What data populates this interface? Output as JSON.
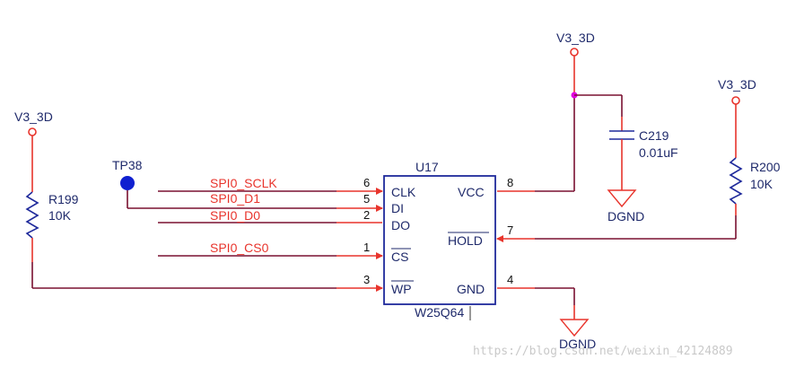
{
  "chip": {
    "ref": "U17",
    "part": "W25Q64",
    "pins": {
      "clk": {
        "num": "6",
        "name": "CLK"
      },
      "di": {
        "num": "5",
        "name": "DI"
      },
      "do": {
        "num": "2",
        "name": "DO"
      },
      "cs": {
        "num": "1",
        "name": "CS"
      },
      "wp": {
        "num": "3",
        "name": "WP"
      },
      "vcc": {
        "num": "8",
        "name": "VCC"
      },
      "hold": {
        "num": "7",
        "name": "HOLD"
      },
      "gnd": {
        "num": "4",
        "name": "GND"
      }
    }
  },
  "nets": {
    "sclk": "SPI0_SCLK",
    "d1": "SPI0_D1",
    "d0": "SPI0_D0",
    "cs0": "SPI0_CS0"
  },
  "testpoint": {
    "ref": "TP38"
  },
  "r199": {
    "ref": "R199",
    "value": "10K",
    "power": "V3_3D"
  },
  "r200": {
    "ref": "R200",
    "value": "10K",
    "power": "V3_3D"
  },
  "c219": {
    "ref": "C219",
    "value": "0.01uF",
    "power": "V3_3D",
    "ground": "DGND"
  },
  "gnd_bottom": "DGND",
  "watermark": "https://blog.csdn.net/weixin_42124889",
  "colors": {
    "wire": "#7a1030",
    "pin": "#e8342c",
    "symbol": "#1f2a9b",
    "junction": "#e000e0"
  }
}
